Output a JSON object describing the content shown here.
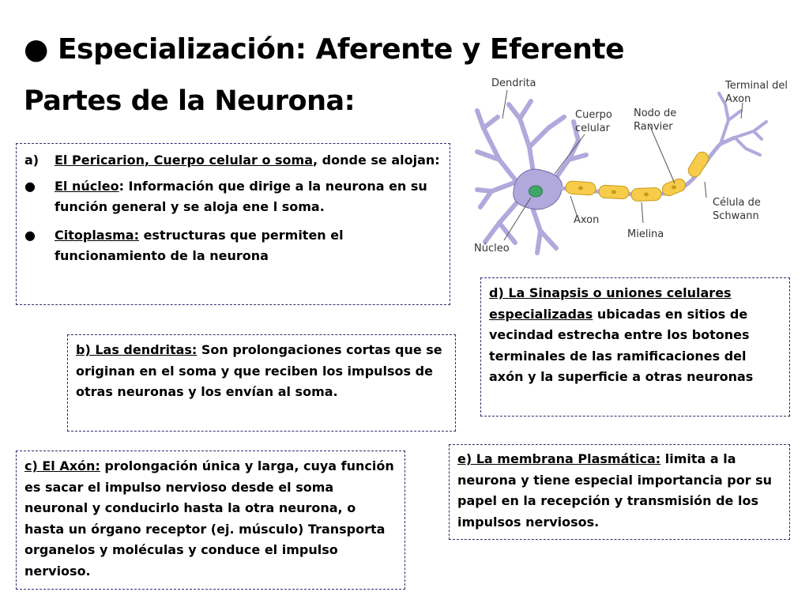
{
  "slide": {
    "title": "● Especialización: Aferente y Eferente",
    "subtitle": "Partes de la Neurona:"
  },
  "box_a": {
    "marker": "a)",
    "heading": "El Pericarion, Cuerpo celular o soma",
    "heading_rest": ", donde se alojan:",
    "items": [
      {
        "marker": "●",
        "term": "El núcleo",
        "text": ": Información que dirige a la neurona en su función general y se aloja ene l soma."
      },
      {
        "marker": "●",
        "term": "Citoplasma:",
        "text": " estructuras que permiten el funcionamiento de la neurona"
      }
    ]
  },
  "box_b": {
    "term": "b) Las dendritas:",
    "text": " Son prolongaciones cortas que se originan en el soma y que reciben los impulsos de otras neuronas y los envían al soma."
  },
  "box_c": {
    "term": "c) El Axón:",
    "text": " prolongación única y larga, cuya función es sacar el impulso nervioso desde el soma neuronal y conducirlo hasta la otra neurona, o hasta un órgano receptor (ej. músculo) Transporta organelos y moléculas y conduce el impulso nervioso."
  },
  "box_d": {
    "term": "d) La Sinapsis o uniones celulares especializadas",
    "text": " ubicadas en sitios de vecindad estrecha entre los botones terminales de las ramificaciones del axón y la superficie a otras neuronas"
  },
  "box_e": {
    "term": "e) La membrana Plasmática:",
    "text": " limita a la neurona y tiene especial importancia por su papel en la recepción y transmisión de los impulsos nerviosos."
  },
  "diagram": {
    "labels": {
      "dendrita": "Dendrita",
      "cuerpo_1": "Cuerpo",
      "cuerpo_2": "celular",
      "nodo_1": "Nodo de",
      "nodo_2": "Ranvier",
      "terminal_1": "Terminal del",
      "terminal_2": "Axon",
      "axon": "Axon",
      "mielina": "Mielina",
      "nucleo": "Núcleo",
      "schwann_1": "Célula de",
      "schwann_2": "Schwann"
    },
    "colors": {
      "cell_body": "#b1a9dc",
      "cell_outline": "#6f66a8",
      "nucleus": "#3fa66a",
      "myelin": "#f6cc4a",
      "myelin_outline": "#c79a16",
      "leader_line": "#555555"
    }
  }
}
